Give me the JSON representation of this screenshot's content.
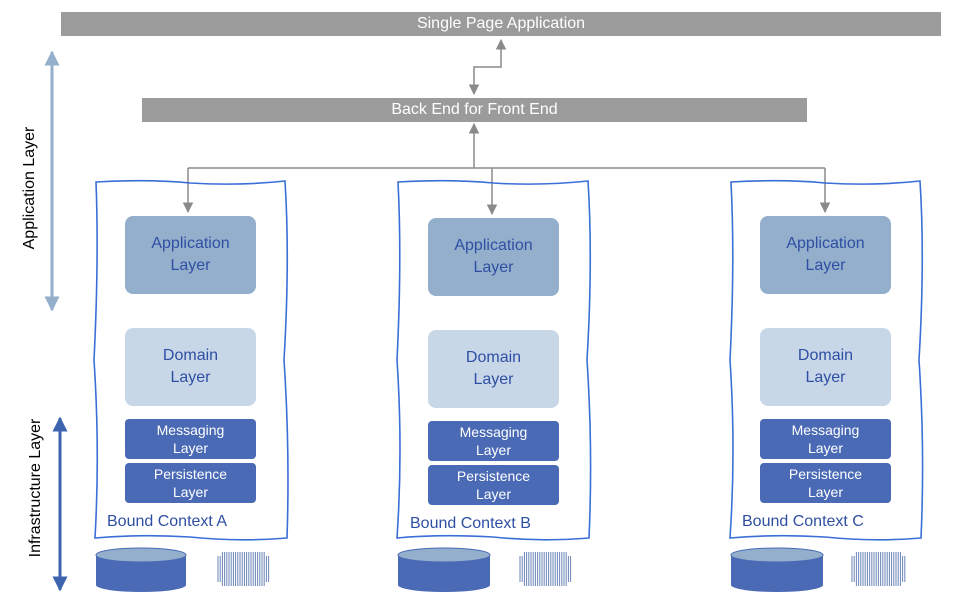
{
  "spa": {
    "label": "Single Page Application"
  },
  "bff": {
    "label": "Back End for Front End"
  },
  "side_labels": {
    "application": "Application Layer",
    "infrastructure": "Infrastructure Layer"
  },
  "contexts": [
    {
      "application": "Application\nLayer",
      "domain": "Domain\nLayer",
      "messaging": "Messaging\nLayer",
      "persistence": "Persistence\nLayer",
      "name": "Bound Context A"
    },
    {
      "application": "Application\nLayer",
      "domain": "Domain\nLayer",
      "messaging": "Messaging\nLayer",
      "persistence": "Persistence\nLayer",
      "name": "Bound Context B"
    },
    {
      "application": "Application\nLayer",
      "domain": "Domain\nLayer",
      "messaging": "Messaging\nLayer",
      "persistence": "Persistence\nLayer",
      "name": "Bound Context C"
    }
  ],
  "colors": {
    "bar": "#9b9b9b",
    "context_border": "#3a6fd8",
    "app_layer": "#93afcc",
    "domain_layer": "#c8d7e8",
    "infra_layer": "#4a6ab5",
    "db": "#4a6ab5",
    "app_arrow": "#93afcc",
    "infra_arrow": "#3e63ad"
  }
}
